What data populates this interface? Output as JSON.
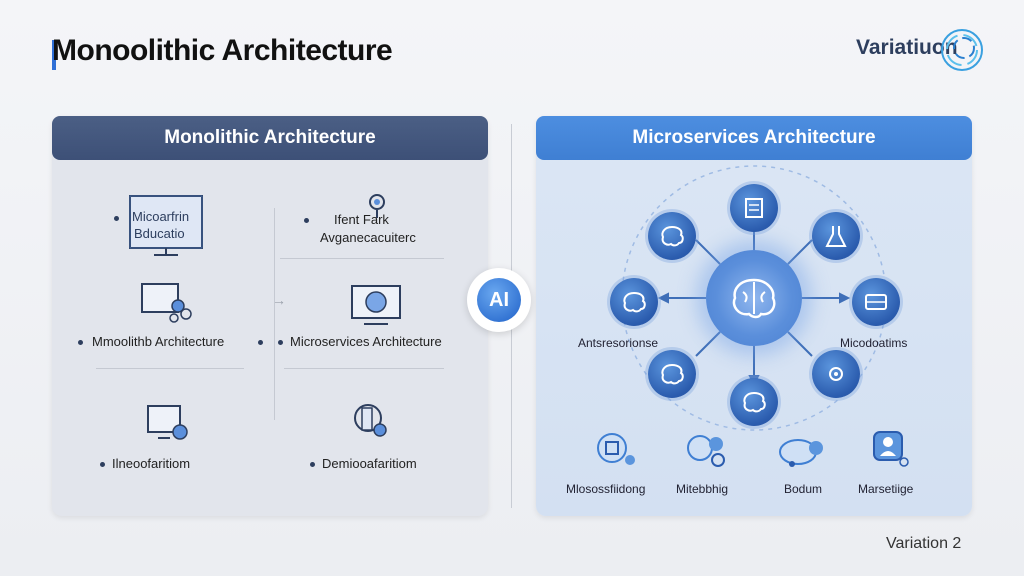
{
  "page": {
    "title": "Monoolithic Architecture",
    "brand": "Variatiuon",
    "footer": "Variation 2"
  },
  "left_panel": {
    "header": "Monolithic Architecture",
    "items": [
      {
        "label": "Ifent Fark",
        "label2": "Avganecacuiterc",
        "icon": "gear-architecture-icon"
      },
      {
        "label": "Mmoolithb Architecture",
        "icon": "monitor-users-icon"
      },
      {
        "label": "Microservices Architecture",
        "icon": "screen-target-icon"
      },
      {
        "label": "Ilneoofaritiom",
        "icon": "presentation-icon"
      },
      {
        "label": "Demiooafaritiom",
        "icon": "document-gear-icon"
      }
    ],
    "monitor_text": [
      "Micoarfrin",
      "Bducatio"
    ]
  },
  "center": {
    "badge": "AI"
  },
  "right_panel": {
    "header": "Microservices Architecture",
    "left_label": "Antsresorionse",
    "right_label": "Micodoatims",
    "bottom_labels": [
      "Mlosossfiidong",
      "Mitebbhig",
      "Bodum",
      "Marsetiige"
    ]
  },
  "colors": {
    "accent": "#2f6fd6",
    "left_header": "#3d5077",
    "right_header": "#3f7fd3",
    "node": "#2b5cae"
  }
}
